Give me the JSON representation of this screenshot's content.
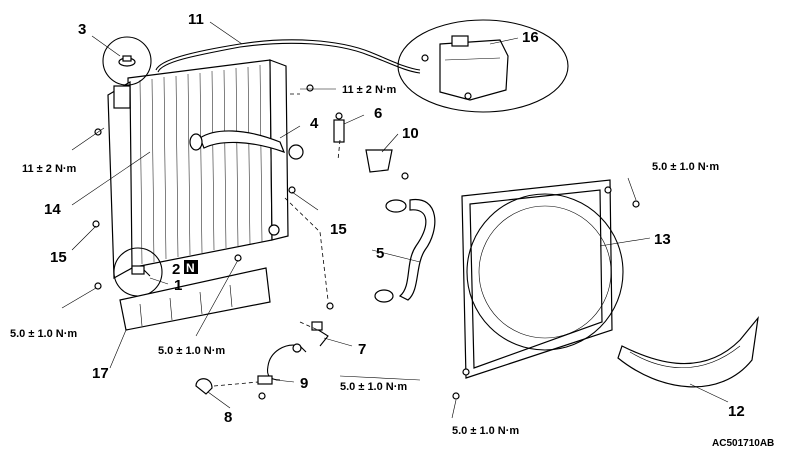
{
  "figure_code": "AC501710AB",
  "new_part_marker": "N",
  "callouts": [
    {
      "id": "3",
      "text": "3"
    },
    {
      "id": "11",
      "text": "11"
    },
    {
      "id": "16",
      "text": "16"
    },
    {
      "id": "4",
      "text": "4"
    },
    {
      "id": "6",
      "text": "6"
    },
    {
      "id": "10",
      "text": "10"
    },
    {
      "id": "14",
      "text": "14"
    },
    {
      "id": "15a",
      "text": "15"
    },
    {
      "id": "15b",
      "text": "15"
    },
    {
      "id": "5",
      "text": "5"
    },
    {
      "id": "13",
      "text": "13"
    },
    {
      "id": "2",
      "text": "2"
    },
    {
      "id": "1",
      "text": "1"
    },
    {
      "id": "17",
      "text": "17"
    },
    {
      "id": "7",
      "text": "7"
    },
    {
      "id": "9",
      "text": "9"
    },
    {
      "id": "8",
      "text": "8"
    },
    {
      "id": "12",
      "text": "12"
    }
  ],
  "torque_specs": [
    {
      "id": "t1",
      "text": "11 ± 2 N·m"
    },
    {
      "id": "t2",
      "text": "11 ± 2 N·m"
    },
    {
      "id": "t3",
      "text": "5.0 ± 1.0 N·m"
    },
    {
      "id": "t4",
      "text": "5.0 ± 1.0 N·m"
    },
    {
      "id": "t5",
      "text": "5.0 ± 1.0 N·m"
    },
    {
      "id": "t6",
      "text": "5.0 ± 1.0 N·m"
    },
    {
      "id": "t7",
      "text": "5.0 ± 1.0 N·m"
    }
  ]
}
